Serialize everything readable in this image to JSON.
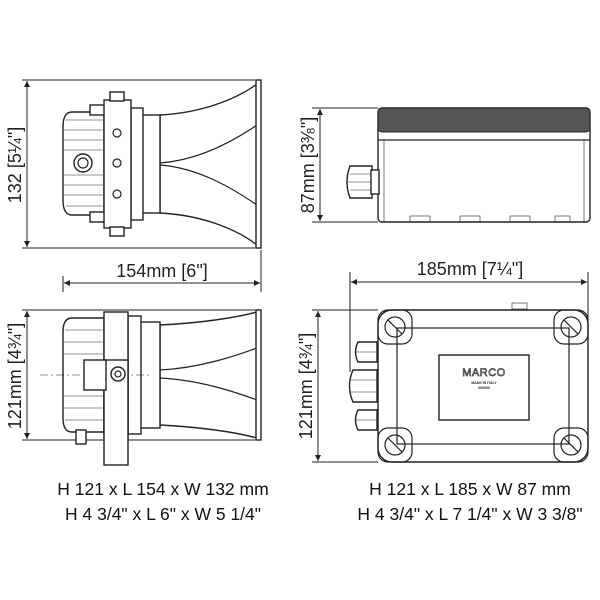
{
  "views": {
    "horn_side": {
      "height_label": "132 [5¼\"]",
      "length_label": "154mm [6\"]"
    },
    "box_side": {
      "height_label": "87mm [3⅜\"]",
      "length_label": "185mm [7¼\"]"
    },
    "horn_top": {
      "height_label": "121mm [4¾\"]"
    },
    "box_top": {
      "height_label": "121mm [4¾\"]",
      "logo": "MARCO",
      "made_in": "MADE IN ITALY",
      "code": "000000"
    }
  },
  "captions": {
    "horn_metric": "H 121 x L 154 x W 132 mm",
    "horn_imperial": "H 4 3/4\" x L 6\" x W 5 1/4\"",
    "box_metric": "H 121 x L 185 x W 87 mm",
    "box_imperial": "H 4 3/4\" x L 7 1/4\" x W 3 3/8\""
  }
}
